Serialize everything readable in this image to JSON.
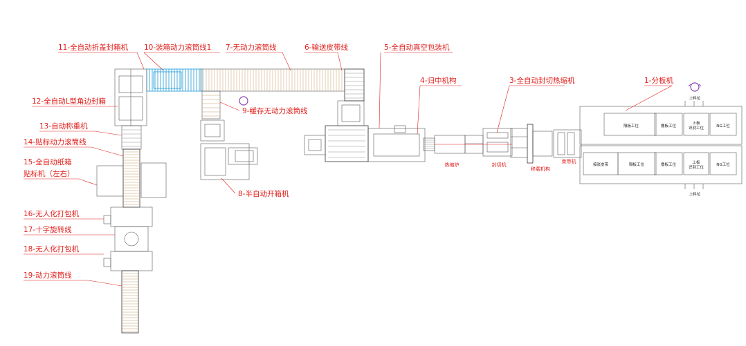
{
  "labels": {
    "l1": "1-分板机",
    "l3": "3-全自动封切热缩机",
    "l4": "4-归中机构",
    "l5": "5-全自动真空包装机",
    "l6": "6-输送皮带线",
    "l7": "7-无动力滚筒线",
    "l8": "8-半自动开箱机",
    "l9": "9-缓存无动力滚筒线",
    "l10": "10-装箱动力滚筒线1",
    "l11": "11-全自动折盖封箱机",
    "l12": "12-全自动L型角边封箱",
    "l13": "13-自动称重机",
    "l14": "14-贴标动力滚筒线",
    "l15a": "15-全自动纸箱",
    "l15b": "贴标机（左右）",
    "l16": "16-无人化打包机",
    "l17": "17-十字旋转线",
    "l18": "18-无人化打包机",
    "l19": "19-动力滚筒线"
  },
  "small_labels": {
    "shrink_oven": "热缩炉",
    "sealer": "封切机",
    "transfer": "移载机构",
    "strapper": "束带机"
  },
  "stations": {
    "feed_top": "上料位",
    "feed_bottom": "上料位",
    "upper": [
      "隔板工位",
      "叠板工位",
      "上板\n识别工位",
      "NG工位"
    ],
    "lower": [
      "接驳皮带",
      "隔板工位",
      "叠板工位",
      "上板\n识别工位",
      "NG工位"
    ]
  },
  "colors": {
    "label": "#e0201c",
    "equipment": "#555555",
    "conveyor_highlight": "#1a9ad6",
    "purple_icon": "#8a3fb5"
  }
}
